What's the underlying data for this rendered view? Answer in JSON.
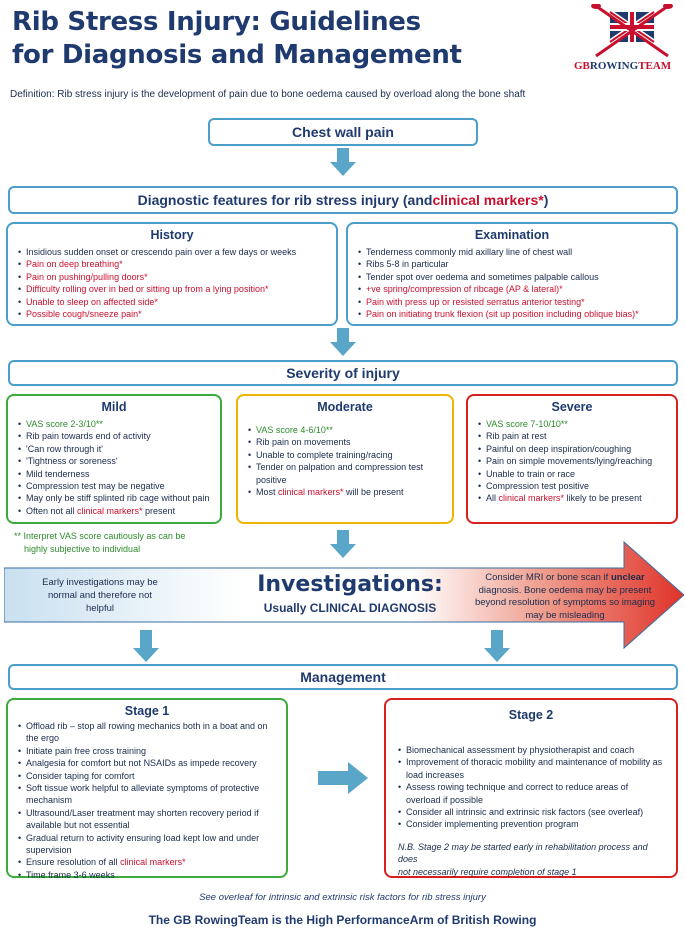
{
  "title_line1": "Rib Stress Injury: Guidelines",
  "title_line2": "for Diagnosis and Management",
  "logo_text_gb": "GB",
  "logo_text_rowing": "ROWING",
  "logo_text_team": "TEAM",
  "definition": "Definition:  Rib stress injury is the development of pain due to bone oedema caused by overload along the bone shaft",
  "chest_wall": "Chest wall pain",
  "diag_prefix": "Diagnostic features for rib stress injury (and ",
  "diag_markers": "clinical markers*",
  "diag_suffix": ")",
  "history": {
    "title": "History",
    "items": [
      {
        "text": "Insidious  sudden onset or crescendo pain over a few days or weeks",
        "red": false
      },
      {
        "text": "Pain on deep breathing*",
        "red": true
      },
      {
        "text": "Pain on pushing/pulling doors*",
        "red": true
      },
      {
        "text": "Difficulty rolling over in bed or sitting up from a lying position*",
        "red": true
      },
      {
        "text": "Unable to sleep on affected side*",
        "red": true
      },
      {
        "text": "Possible cough/sneeze pain*",
        "red": true
      }
    ]
  },
  "examination": {
    "title": "Examination",
    "items": [
      {
        "text": "Tenderness commonly mid axillary line of chest wall",
        "red": false
      },
      {
        "text": " Ribs 5-8 in particular",
        "red": false
      },
      {
        "text": "Tender spot over oedema and sometimes palpable callous",
        "red": false
      },
      {
        "text": "+ve spring/compression of ribcage (AP & lateral)*",
        "red": true
      },
      {
        "text": "Pain with press up or resisted serratus anterior testing*",
        "red": true
      },
      {
        "text": "Pain on initiating trunk flexion (sit up position including oblique bias)*",
        "red": true
      }
    ]
  },
  "severity_title": "Severity of injury",
  "mild": {
    "title": "Mild",
    "vas": "VAS score 2-3/10**",
    "items": [
      "Rib pain towards end of activity",
      "'Can row through it'",
      "'Tightness or soreness'",
      "Mild tenderness",
      "Compression test may be negative",
      "May only be stiff splinted rib cage without pain"
    ],
    "last_prefix": "Often not all ",
    "last_red": "clinical markers*",
    "last_suffix": " present"
  },
  "moderate": {
    "title": "Moderate",
    "vas": "VAS score 4-6/10**",
    "items": [
      "Rib pain on movements",
      "Unable to complete training/racing",
      "Tender on palpation and compression test positive"
    ],
    "last_prefix": "Most ",
    "last_red": "clinical markers*",
    "last_suffix": " will be present"
  },
  "severe": {
    "title": "Severe",
    "vas": "VAS score 7-10/10**",
    "items": [
      "Rib pain at rest",
      "Painful on deep inspiration/coughing",
      "Pain on simple movements/lying/reaching",
      "Unable to train or race",
      "Compression test positive"
    ],
    "last_prefix": "All ",
    "last_red": "clinical markers*",
    "last_suffix": " likely to be present"
  },
  "vas_note_line1": "**  Interpret VAS score cautiously as can be",
  "vas_note_line2": "highly subjective to individual",
  "inv_left_line1": "Early investigations may be",
  "inv_left_line2": "normal and therefore not",
  "inv_left_line3": "helpful",
  "inv_title": "Investigations:",
  "inv_sub": "Usually CLINICAL DIAGNOSIS",
  "inv_right_pre": "Consider MRI or bone scan if ",
  "inv_right_bold": "unclear",
  "inv_right_line2": "diagnosis. Bone oedema may be present",
  "inv_right_line3": "beyond resolution of symptoms so imaging",
  "inv_right_line4": "may be misleading",
  "management_title": "Management",
  "stage1": {
    "title": "Stage 1",
    "items": [
      "Offload rib – stop all rowing mechanics both in a boat and on the ergo",
      "Initiate pain free cross training",
      "Analgesia for comfort but not NSAIDs as impede recovery",
      "Consider taping for comfort",
      "Soft tissue work helpful to alleviate symptoms of protective mechanism",
      "Ultrasound/Laser treatment may shorten recovery period if available but not essential",
      "Gradual return to activity ensuring load kept low and under supervision"
    ],
    "ensure_prefix": "Ensure resolution of all ",
    "ensure_red": "clinical markers*",
    "time_frame": "Time frame 3-6 weeks"
  },
  "stage2": {
    "title": "Stage 2",
    "items": [
      "Biomechanical assessment by physiotherapist and coach",
      "Improvement of thoracic mobility and maintenance of mobility as load increases",
      "Assess rowing technique and correct to reduce areas of overload if possible",
      "Consider all intrinsic and extrinsic risk factors (see overleaf)",
      "Consider implementing prevention program"
    ],
    "nb_line1": "N.B. Stage 2 may be started early in rehabilitation process and does",
    "nb_line2": "not necessarily require completion of stage 1"
  },
  "footer_note": "See overleaf for intrinsic and extrinsic risk factors for rib stress injury",
  "footer_tag": "The GB RowingTeam is the High PerformanceArm of British Rowing",
  "colors": {
    "navy": "#1f3a6e",
    "blue_border": "#4a9ec9",
    "arrow": "#5aa6c8",
    "red": "#c8102e",
    "green": "#2e8b2e",
    "amber": "#f0b400"
  }
}
